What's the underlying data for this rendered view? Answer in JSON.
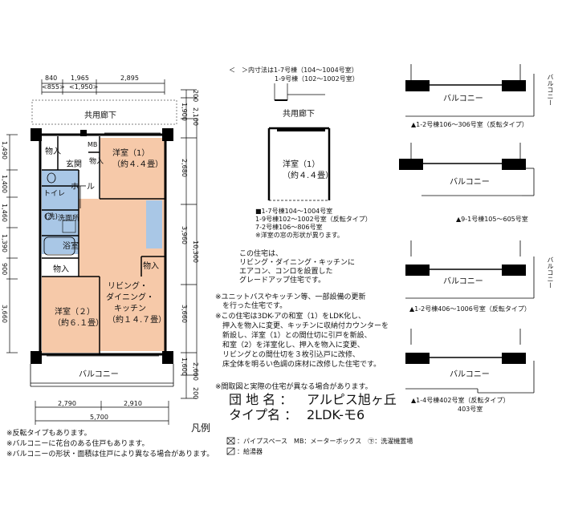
{
  "plan": {
    "top_dims": [
      "840",
      "1,965",
      "2,895"
    ],
    "top_dims_alt": [
      "855",
      "1,950"
    ],
    "right_dims": [
      "200",
      "1,900",
      "2,100",
      "2,680",
      "3,960",
      "10,300",
      "3,660",
      "1,600",
      "2,600",
      "200"
    ],
    "left_dims": [
      "1,490",
      "1,400",
      "1,460",
      "1,390",
      "900",
      "3,660"
    ],
    "bottom_dims": [
      "2,790",
      "2,910",
      "5,700"
    ],
    "corridor": "共用廊下",
    "balcony": "バルコニー",
    "rooms": {
      "storage1": "物入",
      "entrance": "玄関",
      "mb": "MB",
      "storage2": "物入",
      "western1": "洋室（1）",
      "western1_size": "（約４.４畳）",
      "hall": "ホール",
      "toilet": "トイレ",
      "washroom": "洗面所",
      "wash_mark": "洗",
      "bath": "浴室",
      "storage3": "物入",
      "storage4": "物入",
      "ldk1": "リビング・",
      "ldk2": "ダイニング・",
      "ldk3": "キッチン",
      "ldk_size": "（約１４.７畳）",
      "western2": "洋室（２）",
      "western2_size": "（約６.１畳）"
    }
  },
  "middle": {
    "note1": "＜　＞内寸法は1-7号棟（104～1004号室）",
    "note2": "1-9号棟（102～1002号室）",
    "corridor": "共用廊下",
    "room": "洋室（1）",
    "room_size": "（約４.４畳）",
    "legend_lines": [
      "■1-7号棟104～1004号室",
      "1-9号棟102～1002号室（反転タイプ）",
      "7-2号棟106～806号室",
      "※洋室の窓の形状が異ります。"
    ],
    "desc_lines": [
      "この住宅は、",
      "リビング・ダイニング・キッチンに",
      "エアコン、コンロを設置した",
      "グレードアップ住宅です。"
    ]
  },
  "notes": [
    "※ユニットバスやキッチン等、一部設備の更新",
    "　を行った住宅です。",
    "※この住宅は3DK-アの和室（1）をLDK化し、",
    "　押入を物入に変更、キッチンに収納付カウンターを",
    "　新設し、洋室（1）との間仕切に引戸を新設、",
    "　和室（2）を洋室化し、押入を物入に変更、",
    "　リビングとの間仕切を３枚引込戸に改修、",
    "　床全体を明るい色調の床材に改修した住宅です。",
    "※間取図と実際の住宅が異なる場合があります。"
  ],
  "info": {
    "complex_label": "団 地 名 ：",
    "complex_name": "アルピス旭ヶ丘",
    "type_label": "タイプ名 ：",
    "type_name": "2LDK-モ6"
  },
  "legend": {
    "title": "凡例",
    "line1": "：パイプスペース　MB：メーターボックス　㊦：洗濯機置場",
    "line2": "：給湯器"
  },
  "footnotes": [
    "※反転タイプもあります。",
    "※バルコニーに花台のある住戸もあります。",
    "※バルコニーの形状・面積は住戸により異なる場合があります。"
  ],
  "balconies": [
    {
      "label": "バルコニー",
      "side": "バルコニー",
      "caption": "▲1-2号棟106～306号室（反転タイプ）"
    },
    {
      "label": "バルコニー",
      "side": "",
      "caption": "▲9-1号棟105～605号室"
    },
    {
      "label": "バルコニー",
      "side": "バルコニー",
      "caption": "▲1-2号棟406～1006号室（反転タイプ）"
    },
    {
      "label": "バルコニー",
      "side": "",
      "caption": "▲1-4号棟402号室（反転タイプ）",
      "caption2": "403号室"
    }
  ],
  "colors": {
    "room_fill": "#f6c9a9",
    "wet_fill": "#a9c7e6",
    "wall": "#000000"
  }
}
